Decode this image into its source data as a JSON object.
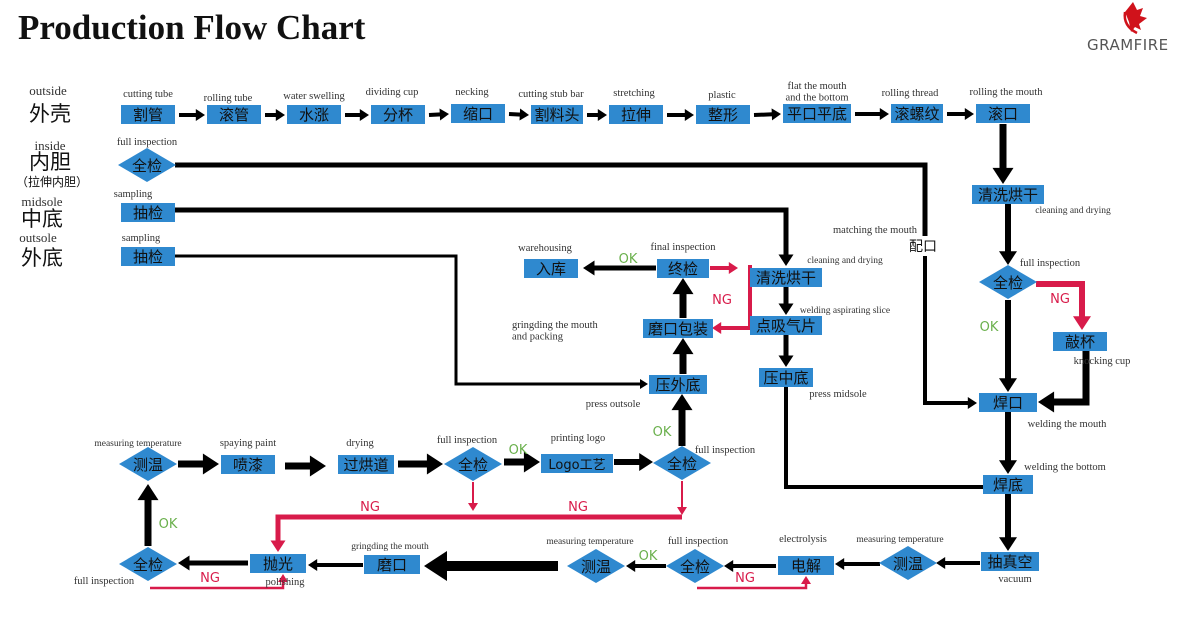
{
  "title": "Production Flow Chart",
  "brand": {
    "name": "GRAMFIRE",
    "leaf_color": "#d0121b",
    "text_color": "#555555"
  },
  "colors": {
    "box": "#2f89cf",
    "arrow": "#000000",
    "ng": "#d81b4a",
    "ok": "#6ab04c"
  },
  "row_labels": [
    {
      "en": "outside",
      "cn": "外壳"
    },
    {
      "en": "inside",
      "cn": "内胆",
      "note": "（拉伸内胆）"
    },
    {
      "en": "midsole",
      "cn": "中底"
    },
    {
      "en": "outsole",
      "cn": "外底"
    }
  ],
  "nodes": [
    {
      "cn": "割管",
      "en": "cutting tube",
      "shape": "rect"
    },
    {
      "cn": "滚管",
      "en": "rolling tube",
      "shape": "rect"
    },
    {
      "cn": "水涨",
      "en": "water swelling",
      "shape": "rect"
    },
    {
      "cn": "分杯",
      "en": "dividing cup",
      "shape": "rect"
    },
    {
      "cn": "缩口",
      "en": "necking",
      "shape": "rect"
    },
    {
      "cn": "割料头",
      "en": "cutting stub bar",
      "shape": "rect"
    },
    {
      "cn": "拉伸",
      "en": "stretching",
      "shape": "rect"
    },
    {
      "cn": "整形",
      "en": "plastic",
      "shape": "rect"
    },
    {
      "cn": "平口平底",
      "en": "flat the mouth\nand the bottom",
      "shape": "rect"
    },
    {
      "cn": "滚螺纹",
      "en": "rolling thread",
      "shape": "rect"
    },
    {
      "cn": "滚口",
      "en": "rolling the mouth",
      "shape": "rect"
    },
    {
      "cn": "全检",
      "en": "full inspection",
      "shape": "diamond"
    },
    {
      "cn": "抽检",
      "en": "sampling",
      "shape": "rect"
    },
    {
      "cn": "抽检",
      "en": "sampling",
      "shape": "rect"
    },
    {
      "cn": "清洗烘干",
      "en": "cleaning and drying",
      "shape": "rect"
    },
    {
      "cn": "全检",
      "en": "full inspection",
      "shape": "diamond"
    },
    {
      "cn": "敲杯",
      "en": "knocking cup",
      "shape": "rect"
    },
    {
      "cn": "焊口",
      "en": "welding the mouth",
      "shape": "rect"
    },
    {
      "cn": "焊底",
      "en": "welding the bottom",
      "shape": "rect"
    },
    {
      "cn": "抽真空",
      "en": "vacuum",
      "shape": "rect"
    },
    {
      "cn": "配口",
      "en": "matching the mouth",
      "shape": "text"
    },
    {
      "cn": "清洗烘干",
      "en": "cleaning and drying",
      "shape": "rect"
    },
    {
      "cn": "点吸气片",
      "en": "welding aspirating slice",
      "shape": "rect"
    },
    {
      "cn": "压中底",
      "en": "press midsole",
      "shape": "rect"
    },
    {
      "cn": "压外底",
      "en": "press outsole",
      "shape": "rect"
    },
    {
      "cn": "磨口包装",
      "en": "gringding the mouth\nand packing",
      "shape": "rect"
    },
    {
      "cn": "终检",
      "en": "final inspection",
      "shape": "rect"
    },
    {
      "cn": "入库",
      "en": "warehousing",
      "shape": "rect"
    },
    {
      "cn": "测温",
      "en": "measuring temperature",
      "shape": "diamond"
    },
    {
      "cn": "电解",
      "en": "electrolysis",
      "shape": "rect"
    },
    {
      "cn": "全检",
      "en": "full inspection",
      "shape": "diamond"
    },
    {
      "cn": "测温",
      "en": "measuring temperature",
      "shape": "diamond"
    },
    {
      "cn": "磨口",
      "en": "gringding the mouth",
      "shape": "rect"
    },
    {
      "cn": "抛光",
      "en": "polishing",
      "shape": "rect"
    },
    {
      "cn": "全检",
      "en": "full inspection",
      "shape": "diamond"
    },
    {
      "cn": "测温",
      "en": "measuring temperature",
      "shape": "diamond"
    },
    {
      "cn": "喷漆",
      "en": "spaying paint",
      "shape": "rect"
    },
    {
      "cn": "过烘道",
      "en": "drying",
      "shape": "rect"
    },
    {
      "cn": "全检",
      "en": "full inspection",
      "shape": "diamond"
    },
    {
      "cn": "Logo工艺",
      "en": "printing logo",
      "shape": "rect"
    },
    {
      "cn": "全检",
      "en": "full inspection",
      "shape": "diamond"
    }
  ],
  "flow_labels": [
    "OK",
    "NG",
    "NG",
    "OK",
    "OK",
    "OK",
    "NG",
    "NG",
    "OK",
    "NG",
    "OK",
    "NG"
  ]
}
